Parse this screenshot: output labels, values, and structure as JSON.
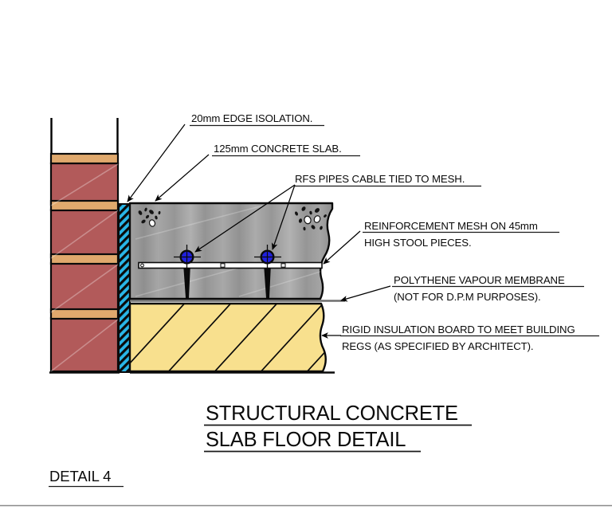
{
  "drawing": {
    "title_line1": "STRUCTURAL CONCRETE",
    "title_line2": "SLAB FLOOR DETAIL",
    "detail_number": "DETAIL 4",
    "annotations": [
      {
        "id": "edge-isolation",
        "line1": "20mm EDGE ISOLATION.",
        "line2": ""
      },
      {
        "id": "concrete-slab",
        "line1": "125mm CONCRETE SLAB.",
        "line2": ""
      },
      {
        "id": "rfs-pipes",
        "line1": "RFS PIPES CABLE TIED TO MESH.",
        "line2": ""
      },
      {
        "id": "reinforcement-mesh",
        "line1": "REINFORCEMENT MESH ON 45mm",
        "line2": "HIGH STOOL PIECES."
      },
      {
        "id": "vapour-membrane",
        "line1": "POLYTHENE VAPOUR MEMBRANE",
        "line2": "(NOT FOR D.P.M PURPOSES)."
      },
      {
        "id": "rigid-insulation",
        "line1": "RIGID INSULATION BOARD TO MEET BUILDING",
        "line2": "REGS (AS SPECIFIED BY ARCHITECT)."
      }
    ],
    "components": [
      {
        "id": "brick-wall",
        "label": "Brick wall"
      },
      {
        "id": "mortar-joint",
        "label": "Mortar joint"
      },
      {
        "id": "edge-isolation-strip",
        "label": "20mm edge isolation strip"
      },
      {
        "id": "concrete-slab-body",
        "label": "125mm concrete slab"
      },
      {
        "id": "reinforcement-mesh-bar",
        "label": "Reinforcement mesh"
      },
      {
        "id": "stool-piece",
        "label": "45mm high stool piece"
      },
      {
        "id": "rfs-pipe",
        "label": "RFS pipe"
      },
      {
        "id": "vapour-membrane-line",
        "label": "Polythene vapour membrane"
      },
      {
        "id": "insulation-board",
        "label": "Rigid insulation board"
      }
    ],
    "colors": {
      "brick": "#b25a5a",
      "mortar": "#e0a96d",
      "edge_isolation": "#29b6e8",
      "concrete": "#9c9c9c",
      "insulation": "#f8e08e",
      "pipe": "#2020dd",
      "outline": "#000000",
      "paper": "#ffffff"
    }
  }
}
